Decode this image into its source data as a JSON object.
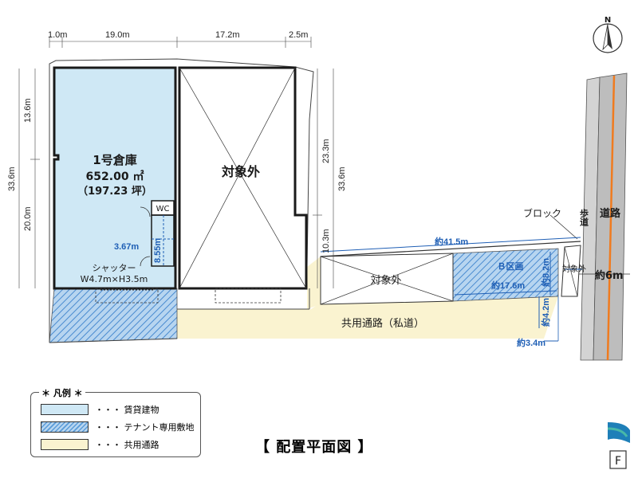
{
  "top_dimensions": [
    "1.0m",
    "19.0m",
    "17.2m",
    "2.5m"
  ],
  "left_dimensions": [
    "13.6m",
    "33.6m",
    "20.0m"
  ],
  "middle_dimensions": [
    "23.3m",
    "33.6m",
    "10.3m"
  ],
  "warehouse": {
    "name": "1号倉庫",
    "area_m2": "652.00 ㎡",
    "area_tsubo": "（197.23 坪）",
    "wc_label": "WC",
    "dim_width": "3.67m",
    "dim_height": "8.55m",
    "shutter_label": "シャッター",
    "shutter_size": "W4.7m×H3.5m"
  },
  "excluded_label": "対象外",
  "excluded_label_right": "対象外",
  "excluded_label_small": "対象外",
  "block_label": "ブロック",
  "sidewalk_label": "歩道",
  "road_label": "道路",
  "road_width": "約6m",
  "b_section": {
    "name": "Ｂ区画",
    "dim_length": "約41.5m",
    "dim_inner": "約17.6m",
    "dim_depth": "約8.2m",
    "dim_right": "約4.2m",
    "dim_bottom": "約3.4m"
  },
  "common_road_label": "共用通路（私道）",
  "legend": {
    "title": "＊ 凡例 ＊",
    "items": [
      {
        "label": "・・・ 賃貸建物"
      },
      {
        "label": "・・・ テナント専用敷地"
      },
      {
        "label": "・・・ 共用通路"
      }
    ]
  },
  "caption": "【 配置平面図 】",
  "north_label": "N",
  "colors": {
    "building": "#cfe8f5",
    "tenant_hatch": "#5a9bd8",
    "common_road": "#faf3d0",
    "road_center": "#f07b1f",
    "road_gray": "#c8c8c8"
  },
  "icons": [
    "north-arrow-icon",
    "logo-icon",
    "f-badge-icon"
  ]
}
